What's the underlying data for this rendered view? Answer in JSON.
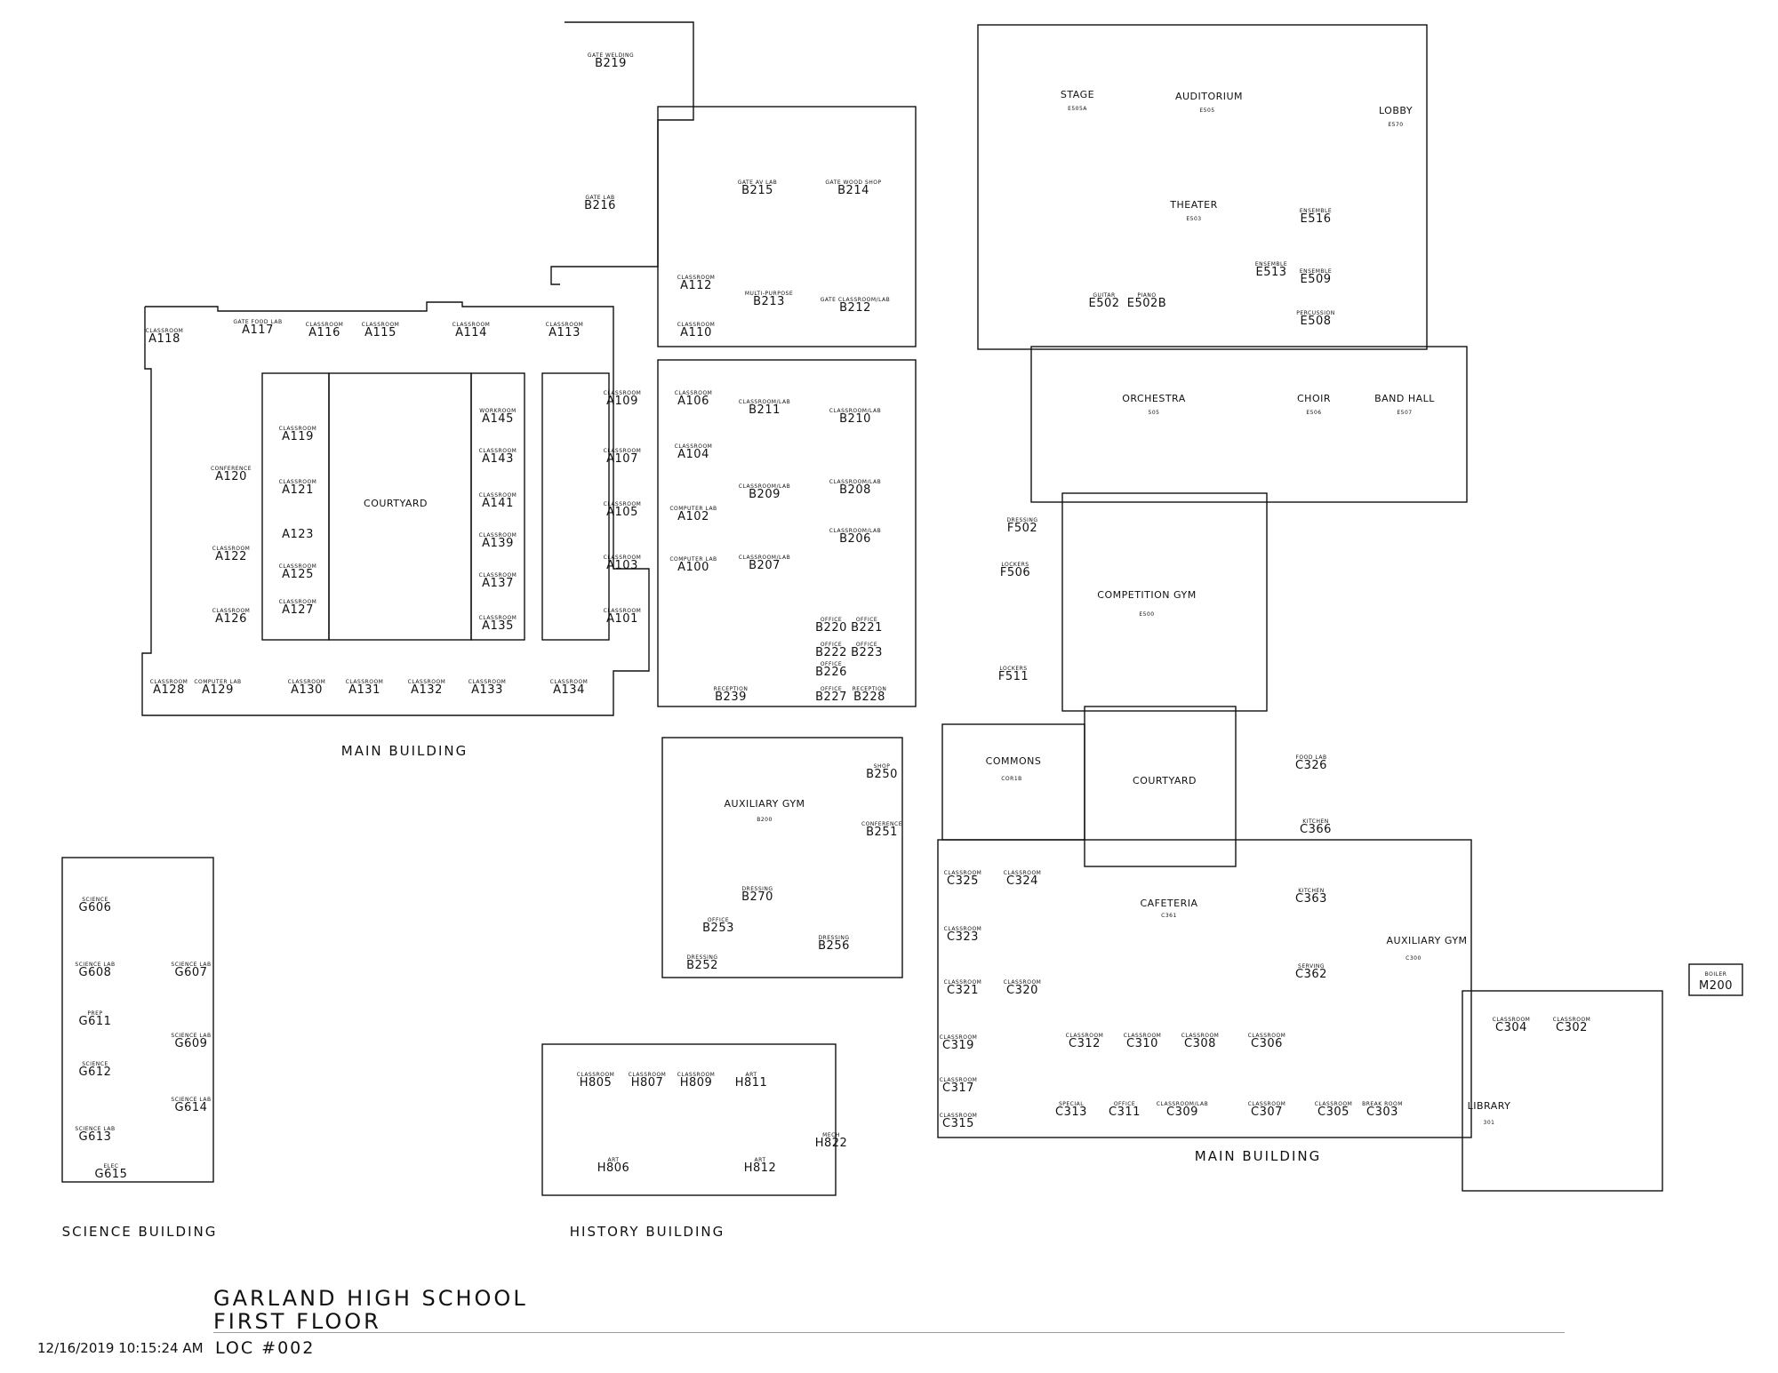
{
  "title": {
    "line1": "GARLAND HIGH SCHOOL",
    "line2": "FIRST FLOOR"
  },
  "footer": {
    "timestamp": "12/16/2019 10:15:24 AM",
    "loc": "LOC #002"
  },
  "buildings": {
    "main_west": "MAIN BUILDING",
    "main_east": "MAIN BUILDING",
    "science": "SCIENCE BUILDING",
    "history": "HISTORY BUILDING"
  },
  "areas": {
    "courtyard_west": "COURTYARD",
    "courtyard_east": "COURTYARD",
    "commons": "COMMONS",
    "commons_num": "COR1B",
    "auditorium": "AUDITORIUM",
    "auditorium_num": "E505",
    "competition_gym": "COMPETITION GYM",
    "competition_gym_num": "E500",
    "aux_gym_b": "AUXILIARY GYM",
    "aux_gym_b_num": "B200",
    "aux_gym_c": "AUXILIARY GYM",
    "aux_gym_c_num": "C300",
    "library": "LIBRARY",
    "library_num": "301",
    "band_hall": "BAND HALL",
    "band_hall_num": "E507",
    "choir": "CHOIR",
    "choir_num": "E506",
    "orchestra": "ORCHESTRA",
    "orchestra_num": "505",
    "theater": "THEATER",
    "theater_num": "E503",
    "lobby": "LOBBY",
    "lobby_num": "E570",
    "stage": "STAGE",
    "stage_num": "E505A",
    "cafeteria": "CAFETERIA",
    "cafeteria_num": "C361",
    "boiler": "BOILER",
    "boiler_num": "M200"
  },
  "rooms": [
    {
      "id": "a118",
      "name": "CLASSROOM",
      "num": "A118"
    },
    {
      "id": "a117",
      "name": "GATE FOOD LAB",
      "num": "A117"
    },
    {
      "id": "a116",
      "name": "CLASSROOM",
      "num": "A116"
    },
    {
      "id": "a115",
      "name": "CLASSROOM",
      "num": "A115"
    },
    {
      "id": "a114",
      "name": "CLASSROOM",
      "num": "A114"
    },
    {
      "id": "a113",
      "name": "CLASSROOM",
      "num": "A113"
    },
    {
      "id": "a120",
      "name": "CONFERENCE",
      "num": "A120"
    },
    {
      "id": "a122",
      "name": "CLASSROOM",
      "num": "A122"
    },
    {
      "id": "a126",
      "name": "CLASSROOM",
      "num": "A126"
    },
    {
      "id": "a119",
      "name": "CLASSROOM",
      "num": "A119"
    },
    {
      "id": "a121",
      "name": "CLASSROOM",
      "num": "A121"
    },
    {
      "id": "a123",
      "name": "",
      "num": "A123"
    },
    {
      "id": "a125",
      "name": "CLASSROOM",
      "num": "A125"
    },
    {
      "id": "a127",
      "name": "CLASSROOM",
      "num": "A127"
    },
    {
      "id": "a145",
      "name": "WORKROOM",
      "num": "A145"
    },
    {
      "id": "a143",
      "name": "CLASSROOM",
      "num": "A143"
    },
    {
      "id": "a141",
      "name": "CLASSROOM",
      "num": "A141"
    },
    {
      "id": "a139",
      "name": "CLASSROOM",
      "num": "A139"
    },
    {
      "id": "a137",
      "name": "CLASSROOM",
      "num": "A137"
    },
    {
      "id": "a135",
      "name": "CLASSROOM",
      "num": "A135"
    },
    {
      "id": "a109",
      "name": "CLASSROOM",
      "num": "A109"
    },
    {
      "id": "a107",
      "name": "CLASSROOM",
      "num": "A107"
    },
    {
      "id": "a105",
      "name": "CLASSROOM",
      "num": "A105"
    },
    {
      "id": "a103",
      "name": "CLASSROOM",
      "num": "A103"
    },
    {
      "id": "a101",
      "name": "CLASSROOM",
      "num": "A101"
    },
    {
      "id": "a106",
      "name": "CLASSROOM",
      "num": "A106"
    },
    {
      "id": "a104",
      "name": "CLASSROOM",
      "num": "A104"
    },
    {
      "id": "a102",
      "name": "COMPUTER LAB",
      "num": "A102"
    },
    {
      "id": "a100",
      "name": "COMPUTER LAB",
      "num": "A100"
    },
    {
      "id": "a128",
      "name": "CLASSROOM",
      "num": "A128"
    },
    {
      "id": "a129",
      "name": "COMPUTER LAB",
      "num": "A129"
    },
    {
      "id": "a130",
      "name": "CLASSROOM",
      "num": "A130"
    },
    {
      "id": "a131",
      "name": "CLASSROOM",
      "num": "A131"
    },
    {
      "id": "a132",
      "name": "CLASSROOM",
      "num": "A132"
    },
    {
      "id": "a133",
      "name": "CLASSROOM",
      "num": "A133"
    },
    {
      "id": "a134",
      "name": "CLASSROOM",
      "num": "A134"
    },
    {
      "id": "b219",
      "name": "GATE WELDING",
      "num": "B219"
    },
    {
      "id": "b216",
      "name": "GATE LAB",
      "num": "B216"
    },
    {
      "id": "b215",
      "name": "GATE AV LAB",
      "num": "B215"
    },
    {
      "id": "b214",
      "name": "GATE WOOD SHOP",
      "num": "B214"
    },
    {
      "id": "b212",
      "name": "GATE CLASSROOM/LAB",
      "num": "B212"
    },
    {
      "id": "b213",
      "name": "MULTI-PURPOSE",
      "num": "B213"
    },
    {
      "id": "a112",
      "name": "CLASSROOM",
      "num": "A112"
    },
    {
      "id": "a110",
      "name": "CLASSROOM",
      "num": "A110"
    },
    {
      "id": "b211",
      "name": "CLASSROOM/LAB",
      "num": "B211"
    },
    {
      "id": "b209",
      "name": "CLASSROOM/LAB",
      "num": "B209"
    },
    {
      "id": "b207",
      "name": "CLASSROOM/LAB",
      "num": "B207"
    },
    {
      "id": "b210",
      "name": "CLASSROOM/LAB",
      "num": "B210"
    },
    {
      "id": "b208",
      "name": "CLASSROOM/LAB",
      "num": "B208"
    },
    {
      "id": "b206",
      "name": "CLASSROOM/LAB",
      "num": "B206"
    },
    {
      "id": "b220",
      "name": "OFFICE",
      "num": "B220"
    },
    {
      "id": "b221",
      "name": "OFFICE",
      "num": "B221"
    },
    {
      "id": "b222",
      "name": "OFFICE",
      "num": "B222"
    },
    {
      "id": "b223",
      "name": "OFFICE",
      "num": "B223"
    },
    {
      "id": "b226",
      "name": "OFFICE",
      "num": "B226"
    },
    {
      "id": "b227",
      "name": "OFFICE",
      "num": "B227"
    },
    {
      "id": "b228",
      "name": "RECEPTION",
      "num": "B228"
    },
    {
      "id": "b239",
      "name": "RECEPTION",
      "num": "B239"
    },
    {
      "id": "b250",
      "name": "SHOP",
      "num": "B250"
    },
    {
      "id": "b251",
      "name": "CONFERENCE",
      "num": "B251"
    },
    {
      "id": "b270",
      "name": "DRESSING",
      "num": "B270"
    },
    {
      "id": "b253",
      "name": "OFFICE",
      "num": "B253"
    },
    {
      "id": "b252",
      "name": "DRESSING",
      "num": "B252"
    },
    {
      "id": "b256",
      "name": "DRESSING",
      "num": "B256"
    },
    {
      "id": "e502",
      "name": "GUITAR",
      "num": "E502"
    },
    {
      "id": "e502b",
      "name": "PIANO",
      "num": "E502B"
    },
    {
      "id": "e513",
      "name": "ENSEMBLE",
      "num": "E513"
    },
    {
      "id": "e516",
      "name": "ENSEMBLE",
      "num": "E516"
    },
    {
      "id": "e509",
      "name": "ENSEMBLE",
      "num": "E509"
    },
    {
      "id": "e508",
      "name": "PERCUSSION",
      "num": "E508"
    },
    {
      "id": "f502",
      "name": "DRESSING",
      "num": "F502"
    },
    {
      "id": "f506",
      "name": "LOCKERS",
      "num": "F506"
    },
    {
      "id": "f511",
      "name": "LOCKERS",
      "num": "F511"
    },
    {
      "id": "c326",
      "name": "FOOD LAB",
      "num": "C326"
    },
    {
      "id": "c366",
      "name": "KITCHEN",
      "num": "C366"
    },
    {
      "id": "c363",
      "name": "KITCHEN",
      "num": "C363"
    },
    {
      "id": "c362",
      "name": "SERVING",
      "num": "C362"
    },
    {
      "id": "c325",
      "name": "CLASSROOM",
      "num": "C325"
    },
    {
      "id": "c324",
      "name": "CLASSROOM",
      "num": "C324"
    },
    {
      "id": "c323",
      "name": "CLASSROOM",
      "num": "C323"
    },
    {
      "id": "c321",
      "name": "CLASSROOM",
      "num": "C321"
    },
    {
      "id": "c320",
      "name": "CLASSROOM",
      "num": "C320"
    },
    {
      "id": "c319",
      "name": "CLASSROOM",
      "num": "C319"
    },
    {
      "id": "c317",
      "name": "CLASSROOM",
      "num": "C317"
    },
    {
      "id": "c315",
      "name": "CLASSROOM",
      "num": "C315"
    },
    {
      "id": "c312",
      "name": "CLASSROOM",
      "num": "C312"
    },
    {
      "id": "c310",
      "name": "CLASSROOM",
      "num": "C310"
    },
    {
      "id": "c308",
      "name": "CLASSROOM",
      "num": "C308"
    },
    {
      "id": "c306",
      "name": "CLASSROOM",
      "num": "C306"
    },
    {
      "id": "c313",
      "name": "SPECIAL",
      "num": "C313"
    },
    {
      "id": "c311",
      "name": "OFFICE",
      "num": "C311"
    },
    {
      "id": "c309",
      "name": "CLASSROOM/LAB",
      "num": "C309"
    },
    {
      "id": "c307",
      "name": "CLASSROOM",
      "num": "C307"
    },
    {
      "id": "c305",
      "name": "CLASSROOM",
      "num": "C305"
    },
    {
      "id": "c303",
      "name": "BREAK ROOM",
      "num": "C303"
    },
    {
      "id": "c304",
      "name": "CLASSROOM",
      "num": "C304"
    },
    {
      "id": "c302",
      "name": "CLASSROOM",
      "num": "C302"
    },
    {
      "id": "g606",
      "name": "SCIENCE",
      "num": "G606"
    },
    {
      "id": "g608",
      "name": "SCIENCE LAB",
      "num": "G608"
    },
    {
      "id": "g611",
      "name": "PREP",
      "num": "G611"
    },
    {
      "id": "g612",
      "name": "SCIENCE",
      "num": "G612"
    },
    {
      "id": "g613",
      "name": "SCIENCE LAB",
      "num": "G613"
    },
    {
      "id": "g607",
      "name": "SCIENCE LAB",
      "num": "G607"
    },
    {
      "id": "g609",
      "name": "SCIENCE LAB",
      "num": "G609"
    },
    {
      "id": "g614",
      "name": "SCIENCE LAB",
      "num": "G614"
    },
    {
      "id": "g615",
      "name": "ELEC",
      "num": "G615"
    },
    {
      "id": "h805",
      "name": "CLASSROOM",
      "num": "H805"
    },
    {
      "id": "h807",
      "name": "CLASSROOM",
      "num": "H807"
    },
    {
      "id": "h809",
      "name": "CLASSROOM",
      "num": "H809"
    },
    {
      "id": "h811",
      "name": "ART",
      "num": "H811"
    },
    {
      "id": "h806",
      "name": "ART",
      "num": "H806"
    },
    {
      "id": "h812",
      "name": "ART",
      "num": "H812"
    },
    {
      "id": "h822",
      "name": "MECH",
      "num": "H822"
    }
  ]
}
